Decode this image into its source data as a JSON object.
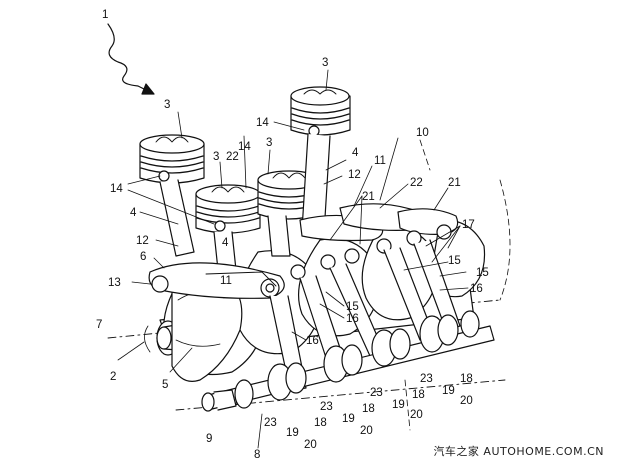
{
  "figure": {
    "callouts": [
      {
        "id": "c1",
        "label": "1"
      },
      {
        "id": "c3a",
        "label": "3"
      },
      {
        "id": "c3b",
        "label": "3"
      },
      {
        "id": "c3c",
        "label": "3"
      },
      {
        "id": "c3d",
        "label": "3"
      },
      {
        "id": "c3e",
        "label": "3"
      },
      {
        "id": "c14a",
        "label": "14"
      },
      {
        "id": "c14b",
        "label": "14"
      },
      {
        "id": "c14c",
        "label": "14"
      },
      {
        "id": "c22a",
        "label": "22"
      },
      {
        "id": "c22b",
        "label": "22"
      },
      {
        "id": "c4a",
        "label": "4"
      },
      {
        "id": "c4b",
        "label": "4"
      },
      {
        "id": "c4c",
        "label": "4"
      },
      {
        "id": "c10",
        "label": "10"
      },
      {
        "id": "c11a",
        "label": "11"
      },
      {
        "id": "c11b",
        "label": "11"
      },
      {
        "id": "c12a",
        "label": "12"
      },
      {
        "id": "c12b",
        "label": "12"
      },
      {
        "id": "c21a",
        "label": "21"
      },
      {
        "id": "c21b",
        "label": "21"
      },
      {
        "id": "c17",
        "label": "17"
      },
      {
        "id": "c6",
        "label": "6"
      },
      {
        "id": "c13",
        "label": "13"
      },
      {
        "id": "c15a",
        "label": "15"
      },
      {
        "id": "c15b",
        "label": "15"
      },
      {
        "id": "c15c",
        "label": "15"
      },
      {
        "id": "c16a",
        "label": "16"
      },
      {
        "id": "c16b",
        "label": "16"
      },
      {
        "id": "c16c",
        "label": "16"
      },
      {
        "id": "c7",
        "label": "7"
      },
      {
        "id": "c2",
        "label": "2"
      },
      {
        "id": "c5",
        "label": "5"
      },
      {
        "id": "c8",
        "label": "8"
      },
      {
        "id": "c9",
        "label": "9"
      },
      {
        "id": "c23a",
        "label": "23"
      },
      {
        "id": "c23b",
        "label": "23"
      },
      {
        "id": "c23c",
        "label": "23"
      },
      {
        "id": "c23d",
        "label": "23"
      },
      {
        "id": "c23e",
        "label": "23"
      },
      {
        "id": "c19a",
        "label": "19"
      },
      {
        "id": "c19b",
        "label": "19"
      },
      {
        "id": "c19c",
        "label": "19"
      },
      {
        "id": "c19d",
        "label": "19"
      },
      {
        "id": "c18a",
        "label": "18"
      },
      {
        "id": "c18b",
        "label": "18"
      },
      {
        "id": "c18c",
        "label": "18"
      },
      {
        "id": "c18d",
        "label": "18"
      },
      {
        "id": "c20a",
        "label": "20"
      },
      {
        "id": "c20b",
        "label": "20"
      },
      {
        "id": "c20c",
        "label": "20"
      },
      {
        "id": "c20d",
        "label": "20"
      }
    ]
  },
  "watermark": "汽车之家 AUTOHOME.COM.CN"
}
